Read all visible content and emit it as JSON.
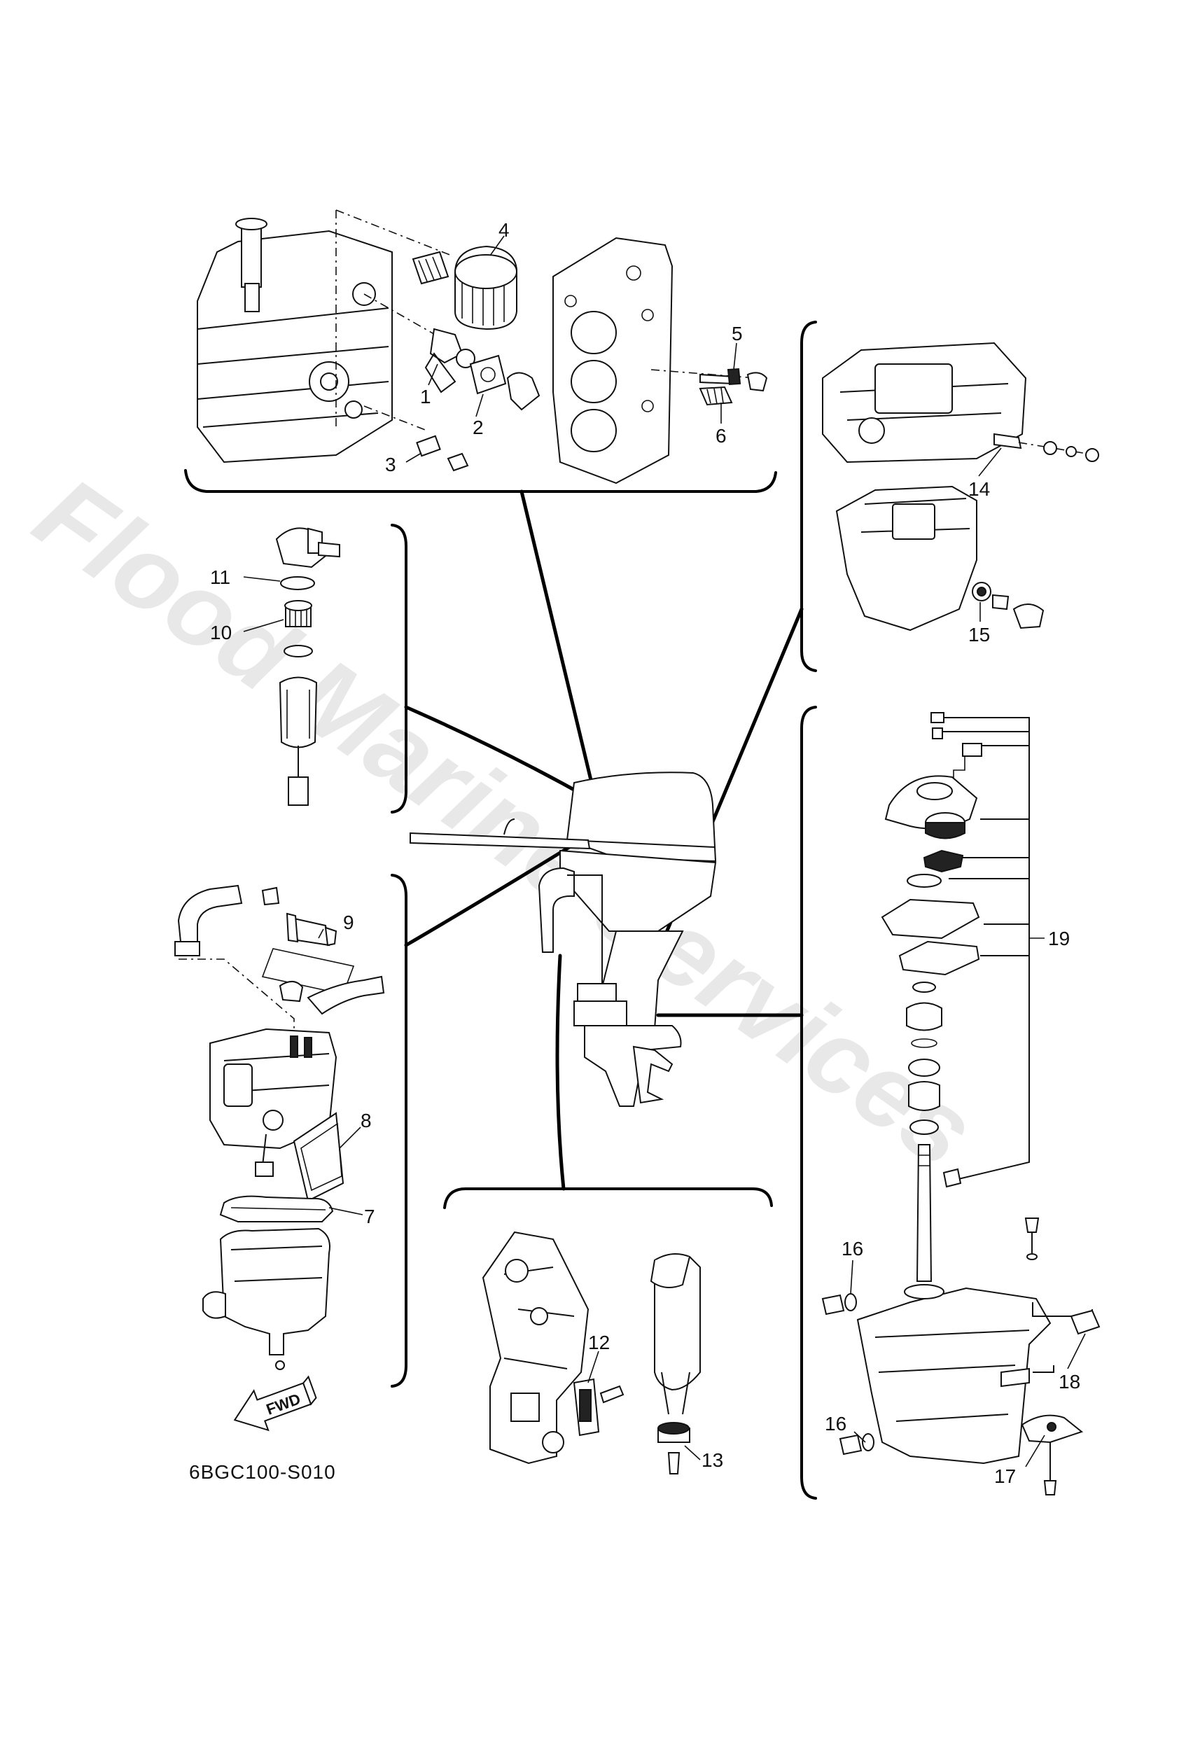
{
  "diagram": {
    "drawing_code": "6BGC100-S010",
    "watermark": "Flood Marine Services",
    "direction_label": "FWD",
    "callouts": [
      "1",
      "2",
      "3",
      "4",
      "5",
      "6",
      "7",
      "8",
      "9",
      "10",
      "11",
      "12",
      "13",
      "14",
      "15",
      "16",
      "16",
      "17",
      "18",
      "19"
    ]
  }
}
